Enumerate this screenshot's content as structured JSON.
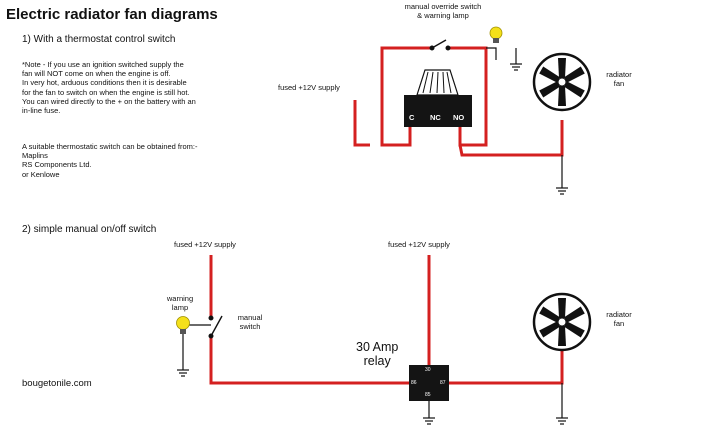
{
  "title": "Electric radiator fan diagrams",
  "section1": {
    "heading": "1) With a thermostat control switch",
    "note_lines": [
      "*Note - If you use an ignition switched supply the",
      "fan will NOT come on when the engine is off.",
      "In very hot, arduous conditions then it is desirable",
      "for the fan to switch on when the engine is still hot.",
      "You can wired directly to the + on the battery with an",
      "in-line fuse."
    ],
    "suppliers_lines": [
      "A suitable thermostatic switch can be obtained from:-",
      "Maplins",
      "RS Components Ltd.",
      "or Kenlowe"
    ],
    "override_label": [
      "manual override switch",
      "& warning lamp"
    ],
    "supply_label": "fused +12V supply",
    "terminals": [
      "C",
      "NC",
      "NO"
    ],
    "fan_label": [
      "radiator",
      "fan"
    ]
  },
  "section2": {
    "heading": "2) simple manual on/off switch",
    "supply_left": "fused +12V supply",
    "supply_right": "fused +12V supply",
    "lamp_label": [
      "warning",
      "lamp"
    ],
    "switch_label": [
      "manual",
      "switch"
    ],
    "relay_label": [
      "30 Amp",
      "relay"
    ],
    "relay_pins": [
      "30",
      "86",
      "87",
      "85"
    ],
    "fan_label": [
      "radiator",
      "fan"
    ]
  },
  "footer": "bougetonile.com",
  "colors": {
    "wire": "#d42020",
    "ink": "#111111",
    "lamp": "#f4e01a",
    "relay": "#141414"
  }
}
